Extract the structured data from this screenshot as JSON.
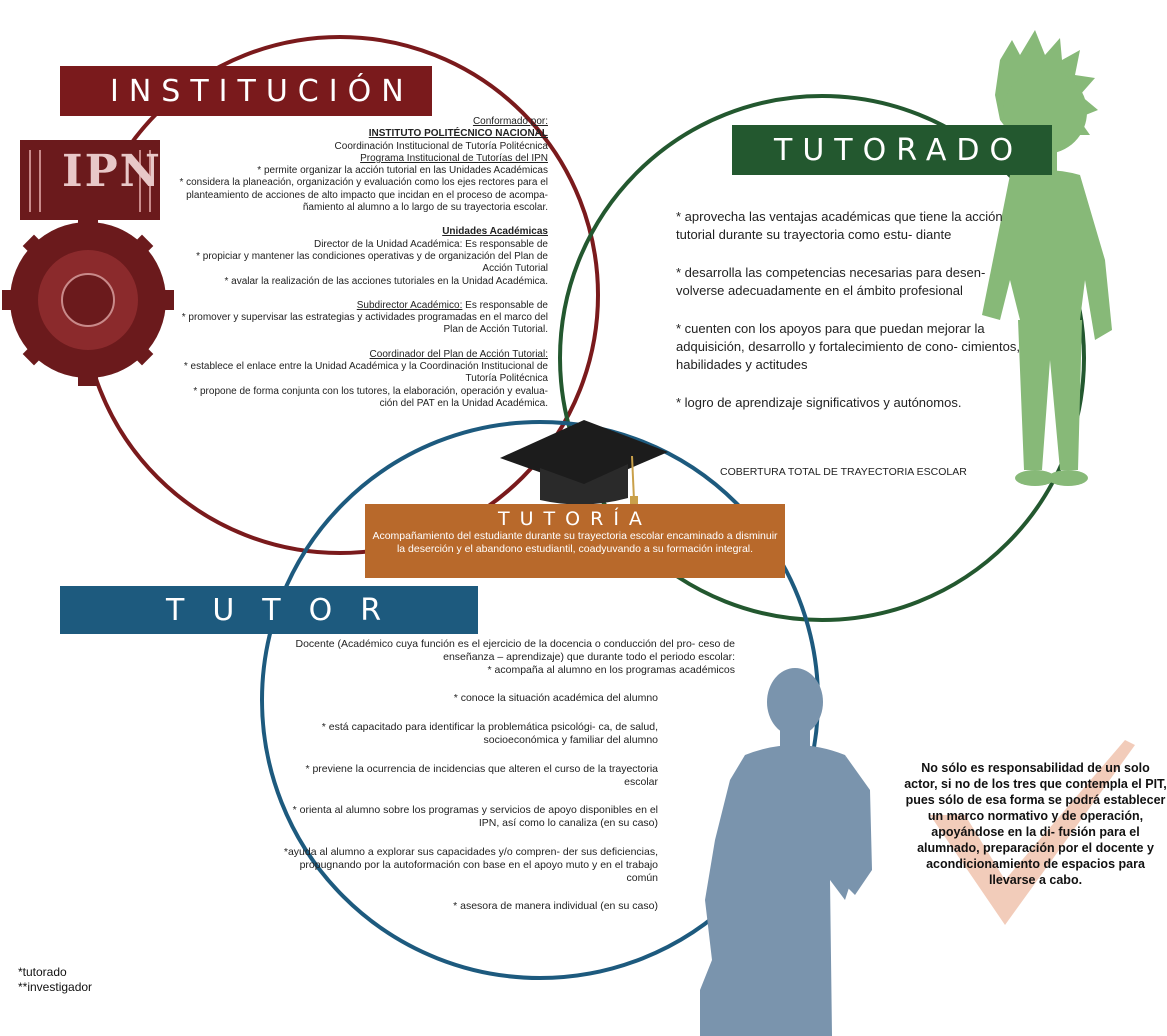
{
  "colors": {
    "institucion": "#7a1a1c",
    "tutorado": "#23582f",
    "tutor": "#1d5a7e",
    "tutoria": "#b8692b",
    "figure_green": "#87b978",
    "figure_blue": "#7a94ad",
    "check_pink": "#f1c7b3"
  },
  "institucion": {
    "title": "INSTITUCIÓN",
    "conformado": "Conformado por:",
    "ipn": "INSTITUTO POLITÉCNICO NACIONAL",
    "coord": "Coordinación Institucional de Tutoría Politécnica",
    "programa": "Programa Institucional de Tutorías del IPN",
    "lines1": [
      "* permite organizar la acción tutorial en las Unidades Académicas",
      "* considera la planeación, organización y evaluación como los ejes rectores para el",
      "planteamiento de acciones de alto impacto que incidan en el proceso de acompa-",
      "ñamiento al alumno a lo largo de su trayectoria escolar."
    ],
    "unidades": "Unidades Académicas",
    "director": "Director de la Unidad Académica: Es responsable de",
    "lines2": [
      "* propiciar y mantener las condiciones operativas y de organización del Plan de",
      "Acción Tutorial",
      "* avalar la realización de las acciones tutoriales en la Unidad Académica."
    ],
    "subdirector": "Subdirector Académico:",
    "subdirector_rest": " Es responsable de",
    "lines3": [
      "* promover y supervisar las estrategias y actividades programadas en el marco del",
      "Plan de Acción Tutorial."
    ],
    "coordinador": "Coordinador del Plan de Acción Tutorial:",
    "lines4": [
      "* establece el enlace entre la Unidad Académica y la Coordinación Institucional de",
      "Tutoría Politécnica",
      "* propone de forma conjunta con los tutores, la elaboración, operación y evalua-",
      "ción del PAT en la Unidad Académica."
    ],
    "logo_text": "IPN"
  },
  "tutorado": {
    "title": "TUTORADO",
    "items": [
      "* aprovecha las ventajas académicas que tiene la acción tutorial durante su trayectoria como estu- diante",
      "* desarrolla las competencias necesarias para desen- volverse adecuadamente en el ámbito profesional",
      "* cuenten con los apoyos para que puedan mejorar la adquisición, desarrollo y fortalecimiento de cono- cimientos, habilidades y actitudes",
      "* logro de aprendizaje significativos y autónomos."
    ],
    "cobertura": "COBERTURA TOTAL DE TRAYECTORIA ESCOLAR"
  },
  "tutoria": {
    "title": "TUTORÍA",
    "desc": "Acompañamiento del estudiante durante su trayectoria escolar encaminado a disminuir la deserción y el abandono estudiantil, coadyuvando a su formación integral."
  },
  "tutor": {
    "title": "TUTOR",
    "intro": "Docente (Académico cuya función es el ejercicio de la docencia o conducción del pro- ceso de enseñanza – aprendizaje)  que durante todo el periodo escolar:",
    "first_item": "* acompaña al alumno en los programas académicos",
    "items": [
      "* conoce la situación académica del alumno",
      "* está capacitado para identificar la problemática psicológi- ca, de salud, socioeconómica y familiar del alumno",
      "* previene la ocurrencia de incidencias que alteren el curso de la trayectoria escolar",
      "* orienta al alumno sobre los programas y servicios de apoyo disponibles en el IPN, así como lo canaliza (en su caso)",
      "*ayuda al alumno a explorar sus capacidades y/o compren- der sus deficiencias, propugnando por la autoformación con base en el apoyo muto y en el trabajo común",
      "* asesora de manera individual (en su caso)"
    ]
  },
  "note": "No sólo es responsabilidad de un solo actor, si no de los tres que contempla el PIT, pues sólo de esa forma se podrá establecer un marco normativo y de operación, apoyándose en la di- fusión para el alumnado, preparación por el docente y acondicionamiento de espacios para llevarse a cabo.",
  "footnotes": [
    "*tutorado",
    "**investigador"
  ]
}
